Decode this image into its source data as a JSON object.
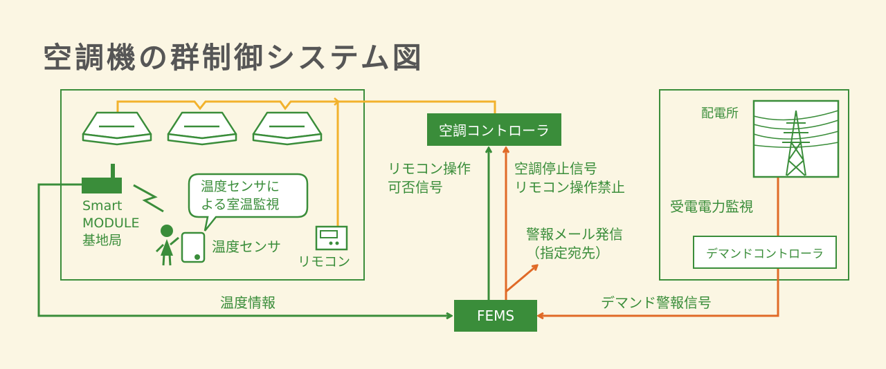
{
  "title": "空調機の群制御システム図",
  "colors": {
    "green": "#3a8d3a",
    "orange": "#e06a27",
    "yellow": "#f2b22c",
    "background": "#fbf6e3",
    "title": "#565656"
  },
  "nodes": {
    "aircon_controller": "空調コントローラ",
    "fems": "FEMS",
    "demand_controller": "デマンドコントローラ",
    "smart_module": "Smart\nMODULE\n基地局",
    "temp_sensor": "温度センサ",
    "remote": "リモコン",
    "substation": "配電所"
  },
  "callout": "温度センサに\nよる室温監視",
  "edge_labels": {
    "remote_op": "リモコン操作\n可否信号",
    "stop_signal": "空調停止信号\nリモコン操作禁止",
    "alert_mail": "警報メール発信\n（指定宛先）",
    "temp_info": "温度情報",
    "demand_alert": "デマンド警報信号",
    "power_monitor": "受電電力監視"
  },
  "icons": [
    "ceiling-aircon-icon",
    "antenna-icon",
    "lightning-icon",
    "person-icon",
    "sensor-icon",
    "remote-icon",
    "power-tower-icon"
  ]
}
